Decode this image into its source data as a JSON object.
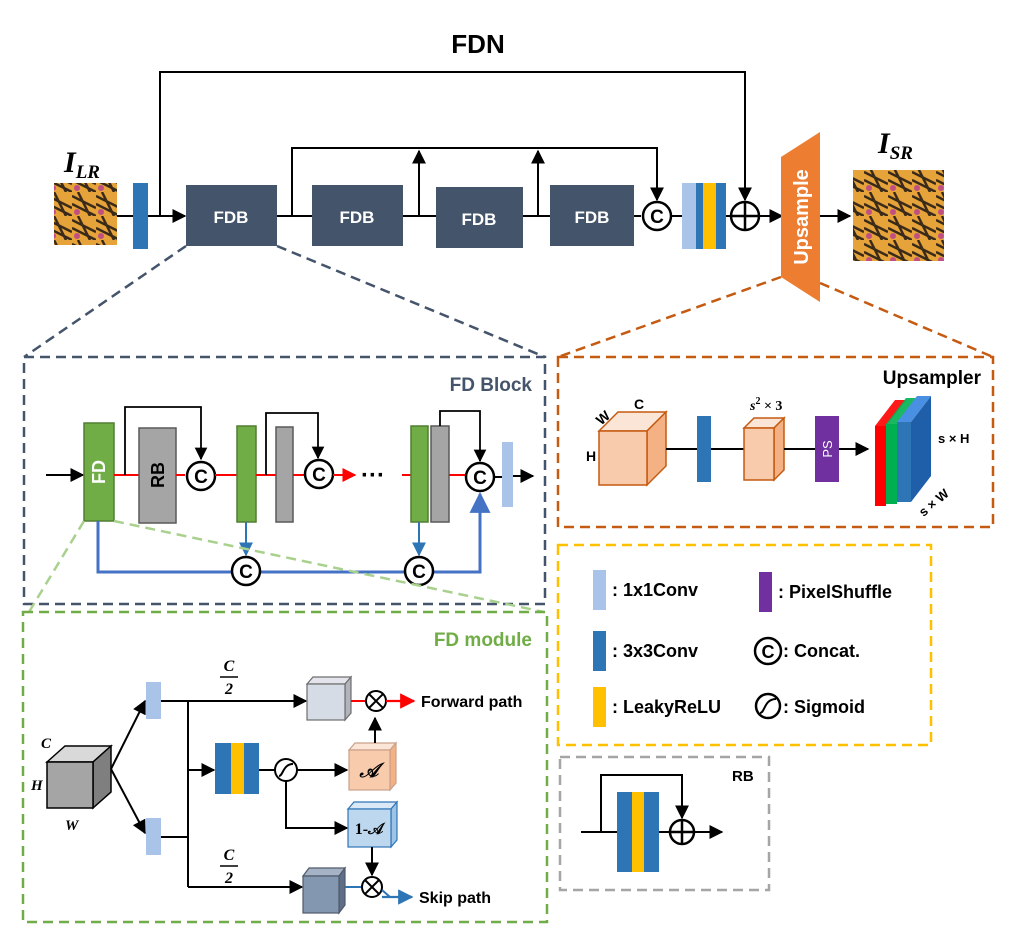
{
  "title": "FDN",
  "input_label_main": "I",
  "input_label_sub": "LR",
  "output_label_main": "I",
  "output_label_sub": "SR",
  "fdb_label": "FDB",
  "upsample_label": "Upsample",
  "concat_symbol": "C",
  "fd_block": {
    "title": "FD Block",
    "fd_label": "FD",
    "rb_label": "RB",
    "ellipsis": "···"
  },
  "upsampler": {
    "title": "Upsampler",
    "w_label": "W",
    "c_label": "C",
    "h_label": "H",
    "s2x3_base": "s",
    "s2x3_exp": "2",
    "s2x3_rest": " × 3",
    "ps_label": "PS",
    "sxh_label": "s × H",
    "sxw_label": "s × W"
  },
  "legend": {
    "conv1x1": ": 1x1Conv",
    "pixelshuffle": ": PixelShuffle",
    "conv3x3": ": 3x3Conv",
    "concat": ": Concat.",
    "leakyrelu": ": LeakyReLU",
    "sigmoid": ": Sigmoid"
  },
  "rb_box": {
    "title": "RB"
  },
  "fd_module": {
    "title": "FD module",
    "c_label": "C",
    "h_label": "H",
    "w_label": "W",
    "frac_num": "C",
    "frac_den": "2",
    "a_label": "𝒜",
    "one_minus_a": "1-𝒜",
    "forward_path": "Forward path",
    "skip_path": "Skip path"
  },
  "colors": {
    "dark_box": "#44546a",
    "conv3x3": "#2e75b6",
    "conv1x1": "#a9c4e8",
    "leakyrelu": "#ffc000",
    "fd_green": "#70ad47",
    "rb_gray": "#a5a5a5",
    "upsample_orange": "#ed7d31",
    "pixelshuffle": "#7030a0",
    "red_arrow": "#ff0000",
    "blue_arrow": "#4472c4"
  }
}
